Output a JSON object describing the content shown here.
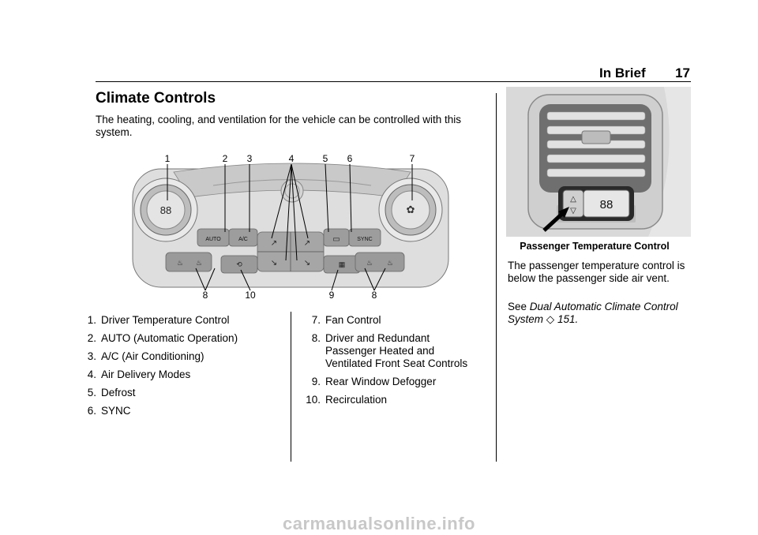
{
  "header": {
    "section": "In Brief",
    "page_number": "17"
  },
  "title": "Climate Controls",
  "intro": "The heating, cooling, and ventilation for the vehicle can be controlled with this system.",
  "figure": {
    "callouts_top": [
      "1",
      "2",
      "3",
      "4",
      "5",
      "6",
      "7"
    ],
    "callouts_bottom": [
      "8",
      "10",
      "9",
      "8"
    ],
    "panel": {
      "auto": "AUTO",
      "ac": "A/C",
      "sync": "SYNC",
      "display": "88"
    }
  },
  "legend_left": [
    {
      "num": "1.",
      "text": "Driver Temperature Control"
    },
    {
      "num": "2.",
      "text": "AUTO (Automatic Operation)"
    },
    {
      "num": "3.",
      "text": "A/C (Air Conditioning)"
    },
    {
      "num": "4.",
      "text": "Air Delivery Modes"
    },
    {
      "num": "5.",
      "text": "Defrost"
    },
    {
      "num": "6.",
      "text": "SYNC"
    }
  ],
  "legend_right": [
    {
      "num": "7.",
      "text": "Fan Control"
    },
    {
      "num": "8.",
      "text": "Driver and Redundant Passenger Heated and Ventilated Front Seat Controls"
    },
    {
      "num": "9.",
      "text": "Rear Window Defogger"
    },
    {
      "num": "10.",
      "text": "Recirculation"
    }
  ],
  "passenger": {
    "display": "88",
    "caption": "Passenger Temperature Control",
    "description": "The passenger temperature control is below the passenger side air vent.",
    "see_prefix": "See",
    "see_ref": "Dual Automatic Climate Control System",
    "ref_symbol": "◇",
    "ref_page": "151."
  },
  "footer": "carmanualsonline.info"
}
